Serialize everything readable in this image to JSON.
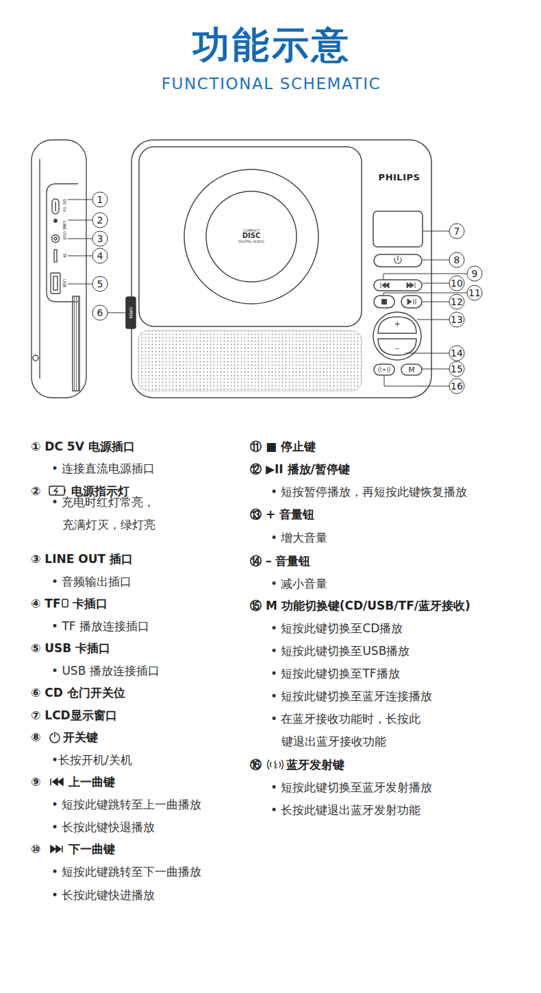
{
  "diagram": {
    "title": "功能示意",
    "labels": [
      "FUNCTIONAL SCHEMATIC",
      "PHILIPS",
      "COMPACT",
      "DISC",
      "DIGITAL AUDIO",
      "DC 5V",
      "LINE OUT",
      "TF",
      "USB",
      "OPEN",
      "+",
      "–",
      "M",
      "1",
      "2",
      "3",
      "4",
      "5",
      "6",
      "7",
      "8",
      "9",
      "10",
      "11",
      "12",
      "13",
      "14",
      "15",
      "16",
      "① DC 5V 电源插口",
      "• 连接直流电源插口",
      "②",
      "电源指示灯",
      "• 充电时红灯常亮， 充满灯灭，绿灯亮",
      "③ LINE OUT 插口",
      "• 音频输出插口",
      "④ TF",
      "卡插口",
      "• TF 播放连接插口",
      "⑤ USB 卡插口",
      "• USB 播放连接插口",
      "⑥ CD 仓门开关位",
      "⑦ LCD显示窗口",
      "⑧",
      "开关键",
      "•长按开机/关机",
      "⑨",
      "上一曲键",
      "• 短按此键跳转至上一曲播放",
      "• 长按此键快退播放",
      "⑩",
      "下一曲键",
      "• 短按此键跳转至下一曲播放",
      "• 长按此键快进播放",
      "⑪ ■ 停止键",
      "⑫ ▶II 播放/暂停键",
      "• 短按暂停播放，再短按此键恢复播放",
      "⑬ + 音量钮",
      "• 增大音量",
      "⑭ – 音量钮",
      "• 减小音量",
      "⑮ M 功能切换键(CD/USB/TF/蓝牙接收)",
      "• 短按此键切换至CD播放",
      "• 短按此键切换至USB播放",
      "• 短按此键切换至TF播放",
      "• 短按此键切换至蓝牙连接播放",
      "• 在蓝牙接收功能时，长按此 键退出蓝牙接收功能",
      "⑯",
      "蓝牙发射键",
      "• 短按此键切换至蓝牙发射播放",
      "• 长按此键退出蓝牙发射功能"
    ]
  }
}
